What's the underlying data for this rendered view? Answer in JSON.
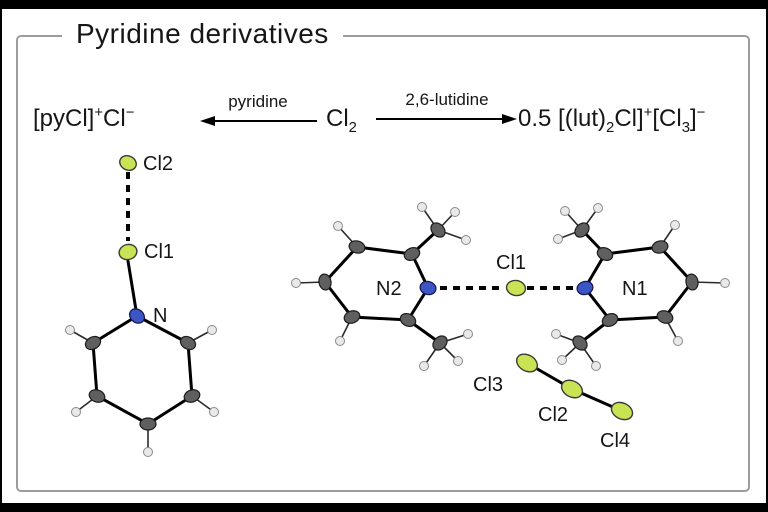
{
  "title": "Pyridine derivatives",
  "scheme": {
    "reactant": {
      "base": "Cl",
      "sub": "2"
    },
    "left_arrow_label": "pyridine",
    "right_arrow_label": "2,6-lutidine",
    "left_product": {
      "p1": "[pyCl]",
      "sup1": "+",
      "p2": "Cl",
      "sup2": "−"
    },
    "right_product": {
      "p1": "0.5 [(lut)",
      "sub1": "2",
      "p2": "Cl]",
      "sup1": "+",
      "p3": "[Cl",
      "sub2": "3",
      "p4": "]",
      "sup2": "−"
    }
  },
  "left_structure": {
    "labels": {
      "cl2": "Cl2",
      "cl1": "Cl1",
      "n": "N"
    }
  },
  "right_structure": {
    "labels": {
      "cl1": "Cl1",
      "n2": "N2",
      "n1": "N1",
      "cl3": "Cl3",
      "cl2": "Cl2",
      "cl4": "Cl4"
    }
  },
  "colors": {
    "chlorine": "#c8e455",
    "nitrogen": "#3b55c3",
    "carbon": "#5f5f5f",
    "hydrogen": "#e9e9e9",
    "frame": "#9c9c9c",
    "ink": "#161616"
  }
}
